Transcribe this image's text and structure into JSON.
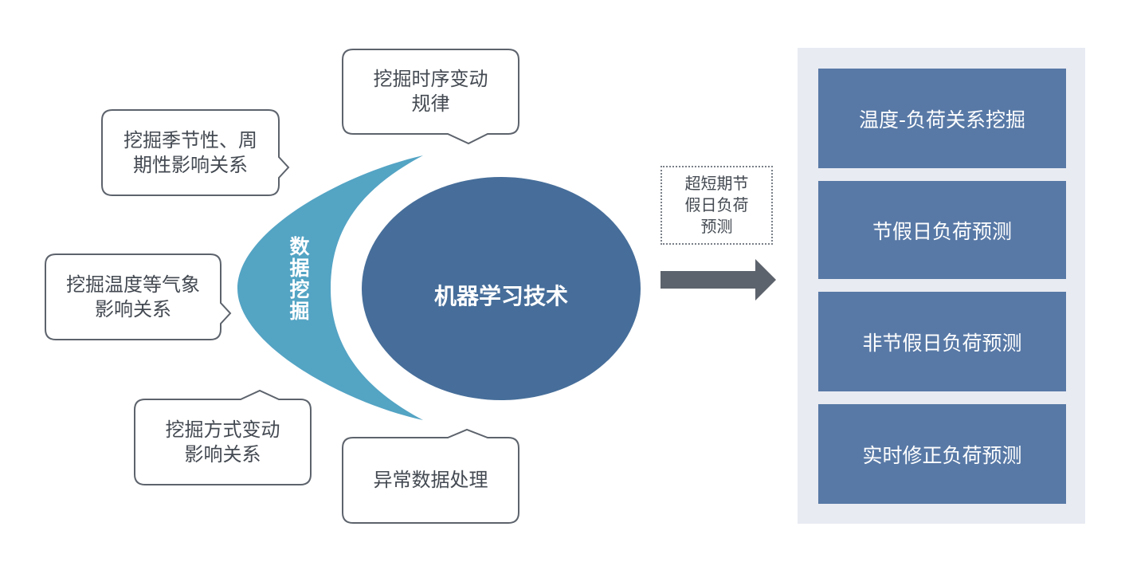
{
  "callouts": {
    "temporal": "挖掘时序变动\n规律",
    "seasonal": "挖掘季节性、周\n期性影响关系",
    "weather": "挖掘温度等气象\n影响关系",
    "mode": "挖掘方式变动\n影响关系",
    "anomaly": "异常数据处理"
  },
  "moon_label": "数据挖掘",
  "core_label": "机器学习技术",
  "arrow_note": "超短期节\n假日负荷\n预测",
  "outputs": [
    "温度-负荷关系挖掘",
    "节假日负荷预测",
    "非节假日负荷预测",
    "实时修正负荷预测"
  ],
  "colors": {
    "moon": "#54a4c4",
    "core": "#476e9a",
    "output_box": "#5879a6",
    "panel": "#e8ebf2",
    "arrow": "#5d636c",
    "callout_border": "#5d636c"
  }
}
